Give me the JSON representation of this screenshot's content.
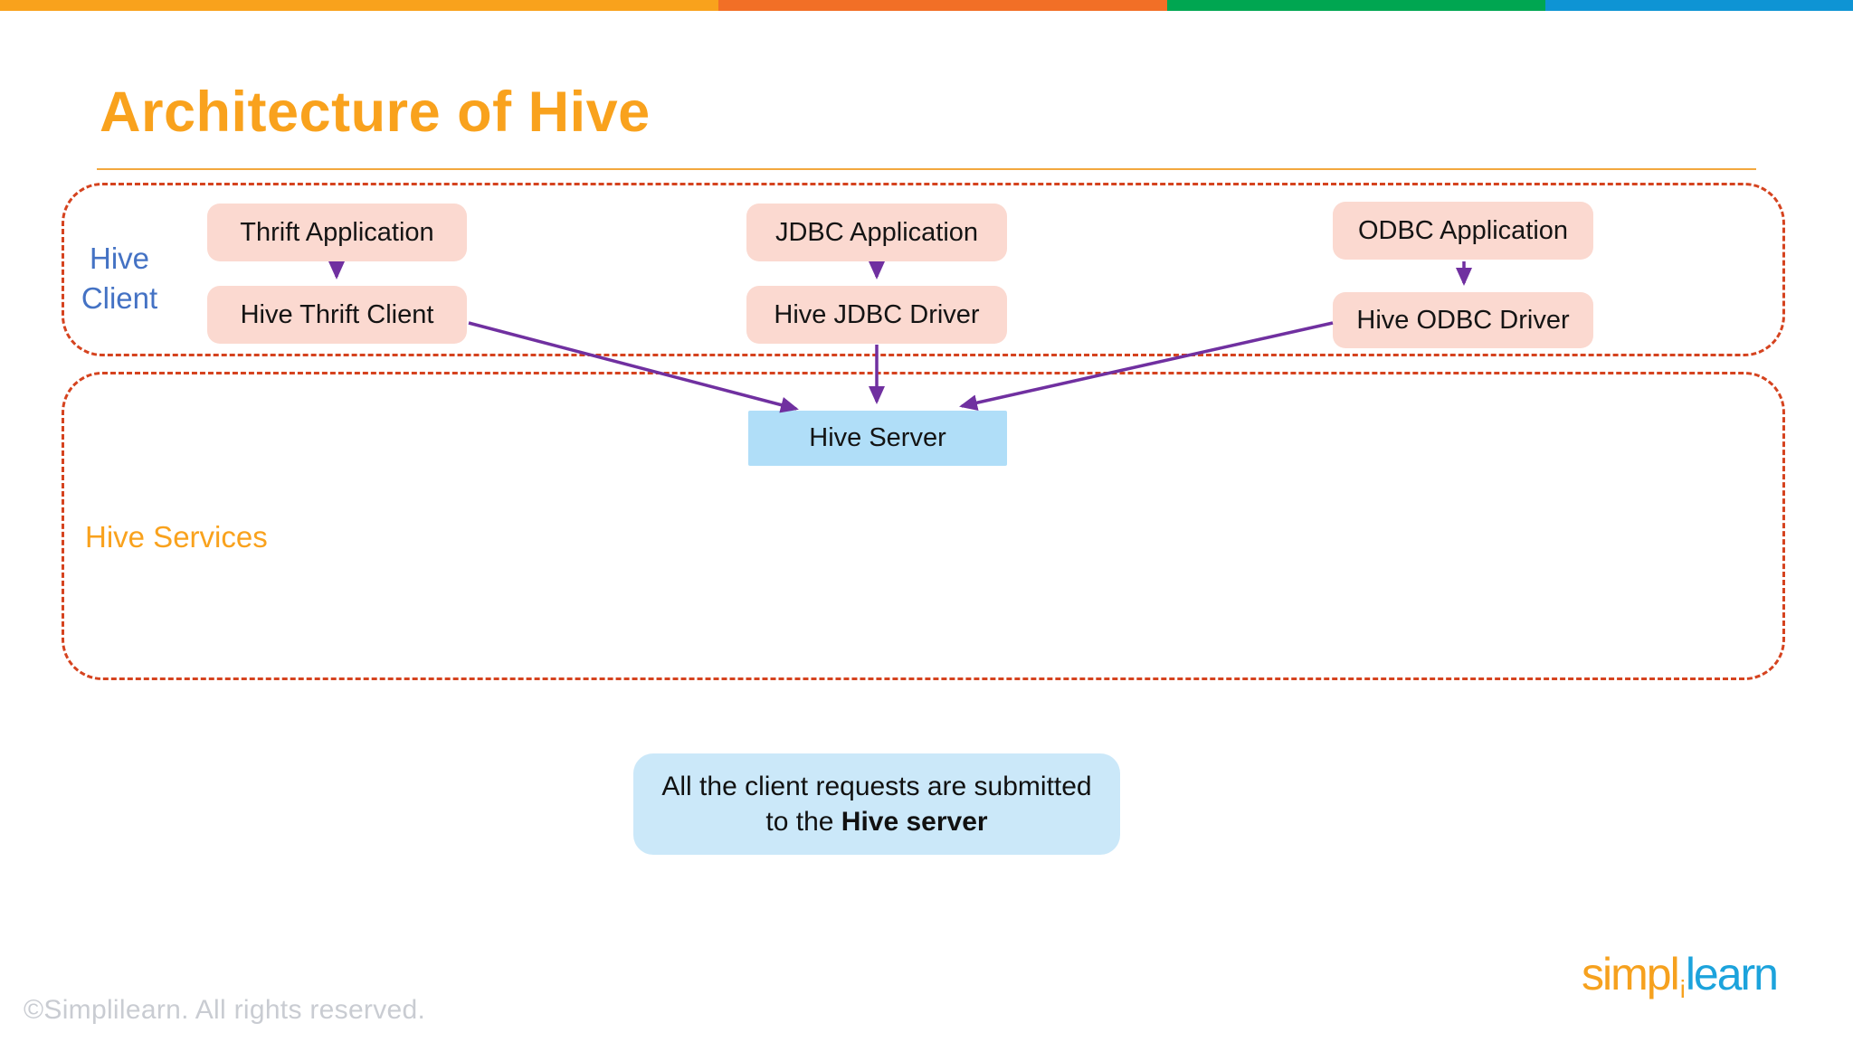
{
  "slide": {
    "title": "Architecture of Hive",
    "footer_copyright": "©Simplilearn. All rights reserved.",
    "logo": {
      "orange_part": "simpl",
      "dotted_i": "i",
      "blue_part": "learn"
    }
  },
  "topbar_colors": [
    "#F9A21C",
    "#F26F26",
    "#00A651",
    "#0E94D4"
  ],
  "diagram": {
    "client_group": {
      "label": "Hive Client"
    },
    "services_group": {
      "label": "Hive Services"
    },
    "columns": [
      {
        "app": "Thrift Application",
        "driver": "Hive Thrift Client"
      },
      {
        "app": "JDBC Application",
        "driver": "Hive JDBC Driver"
      },
      {
        "app": "ODBC Application",
        "driver": "Hive ODBC Driver"
      }
    ],
    "server": {
      "label": "Hive Server"
    },
    "callout": {
      "text_normal": "All the client requests are submitted to the ",
      "text_bold": "Hive server"
    }
  },
  "colors": {
    "title_orange": "#F9A21D",
    "group_border_red": "#D5431F",
    "client_label_blue": "#4472C4",
    "services_label_orange": "#F9A21D",
    "node_pink": "#FBD9D0",
    "server_blue": "#B0DEF8",
    "callout_blue": "#CBE8F9",
    "arrow_purple": "#7030A0",
    "logo_orange": "#F6A11E",
    "logo_blue": "#1CA3DC",
    "footer_gray": "#C9CCD2"
  }
}
